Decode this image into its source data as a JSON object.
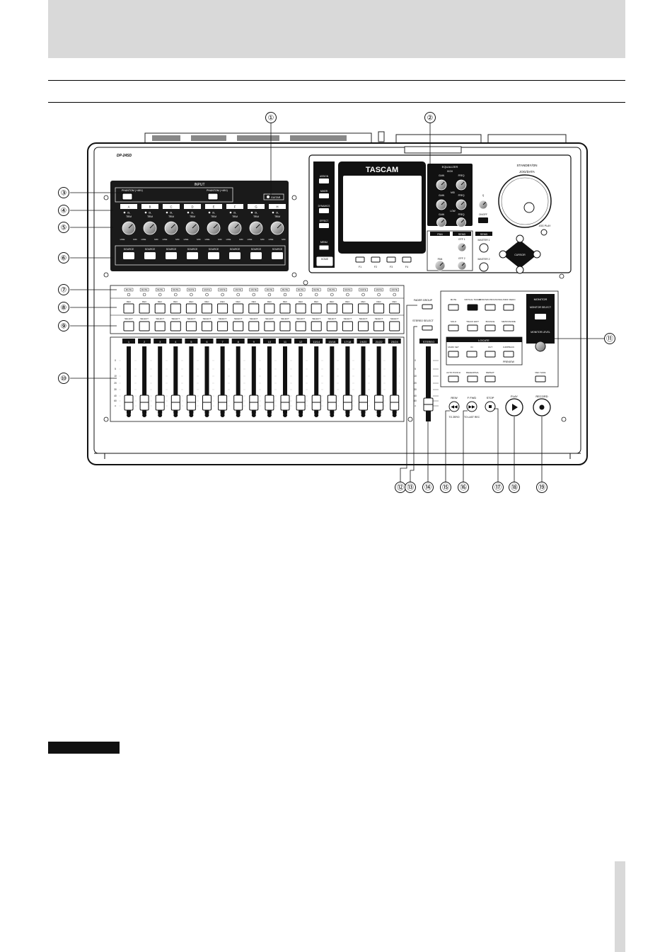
{
  "panel": {
    "model": "DP-24SD",
    "brand": "TASCAM",
    "standby_label": "STANDBY/ON",
    "jog_label": "JOG/DATA",
    "jog_play_label": "JOG PLAY",
    "input_title": "INPUT",
    "phantom_1": "PHANTOM (+48V)",
    "phantom_2": "PHANTOM (+48V)",
    "guitar_label": "GUITAR",
    "input_channels": [
      "A",
      "B",
      "C",
      "D",
      "E",
      "F",
      "G",
      "H"
    ],
    "ol_label": "OL",
    "trim_label": "TRIM",
    "line_label": "LINE",
    "mic_label": "MIC",
    "source_label": "SOURCE",
    "left_keys": [
      "ASSIGN",
      "MIXER",
      "DYNAMICS",
      "EFFECT"
    ],
    "menu_label": "MENU",
    "home_label": "HOME",
    "f_keys": [
      "F1",
      "F2",
      "F3",
      "F4"
    ],
    "eq": {
      "title": "EQUALIZER",
      "high": "HIGH",
      "mid": "MID",
      "low": "LOW",
      "gain": "GAIN",
      "freq": "FREQ",
      "q": "Q",
      "onoff": "ON/OFF"
    },
    "pan_label": "PAN",
    "send_label": "SEND",
    "send2_label": "SEND",
    "eff1": "EFF 1",
    "eff2": "EFF 2",
    "master1": "MASTER 1",
    "master2": "MASTER 2",
    "cursor_label": "CURSOR",
    "mute_label": "MUTE",
    "rec_label": "REC",
    "select_label": "SELECT",
    "fader_group": "FADER GROUP",
    "stereo_select": "STEREO SELECT",
    "stereo_label": "STEREO",
    "channels": [
      "1",
      "2",
      "3",
      "4",
      "5",
      "6",
      "7",
      "8",
      "9",
      "10",
      "11",
      "12",
      "13/14",
      "15/16",
      "17/18",
      "19/20",
      "21/22",
      "23/24"
    ],
    "scale": [
      "0",
      "5",
      "10",
      "20",
      "30",
      "40",
      "60",
      "∞"
    ],
    "right_keys_row1": [
      "MUTE",
      "VIRTUAL TRACK",
      "MIXDOWN/ BOUNCING",
      "UNDO/ REDO"
    ],
    "right_keys_row2": [
      "SOLO",
      "TRACK EDIT",
      "BOUNCE",
      "METRONOME"
    ],
    "locate_title": "LOCATE",
    "locate_keys": [
      "MARK SET",
      "IN",
      "OUT",
      "JUMPBACK"
    ],
    "preview_label": "PREVIEW",
    "auto_punch": "AUTO PUNCH",
    "rehearsal": "REHEARSAL",
    "repeat": "REPEAT",
    "rec_safe": "REC SAFE",
    "monitor_title": "MONITOR",
    "monitor_select": "MONITOR SELECT",
    "monitor_level": "MONITOR LEVEL",
    "rew": "REW",
    "ffwd": "F FWD",
    "stop": "STOP",
    "play": "PLAY",
    "record": "RECORD",
    "to_zero": "TO ZERO",
    "to_last_rec": "TO LAST REC"
  },
  "callouts": {
    "top": [
      {
        "n": "①"
      },
      {
        "n": "②"
      }
    ],
    "left": [
      {
        "n": "③"
      },
      {
        "n": "④"
      },
      {
        "n": "⑤"
      },
      {
        "n": "⑥"
      },
      {
        "n": "⑦"
      },
      {
        "n": "⑧"
      },
      {
        "n": "⑨"
      },
      {
        "n": "⑩"
      }
    ],
    "right": [
      {
        "n": "⑪"
      }
    ],
    "bottom": [
      {
        "n": "⑫"
      },
      {
        "n": "⑬"
      },
      {
        "n": "⑭"
      },
      {
        "n": "⑮"
      },
      {
        "n": "⑯"
      },
      {
        "n": "⑰"
      },
      {
        "n": "⑱"
      },
      {
        "n": "⑲"
      }
    ]
  }
}
